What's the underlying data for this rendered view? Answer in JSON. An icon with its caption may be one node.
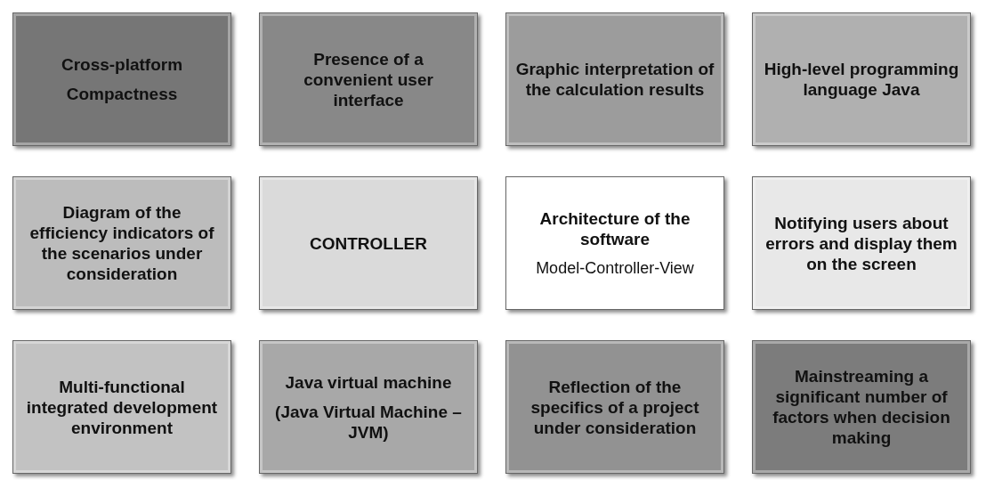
{
  "diagram": {
    "nodes": [
      {
        "text": [
          "Cross-platform",
          "Compactness"
        ]
      },
      {
        "text": [
          "Presence of a convenient user interface"
        ]
      },
      {
        "text": [
          "Graphic interpretation of the calculation results"
        ]
      },
      {
        "text": [
          "High-level programming language Java"
        ]
      },
      {
        "text": [
          "Diagram of the efficiency indicators of the scenarios under consideration"
        ]
      },
      {
        "text": [
          "CONTROLLER"
        ]
      },
      {
        "text": [
          "Architecture of the software",
          "Model-Controller-View"
        ]
      },
      {
        "text": [
          "Notifying users about errors and display them on the screen"
        ]
      },
      {
        "text": [
          "Multi-functional integrated development environment"
        ]
      },
      {
        "text": [
          "Java virtual machine",
          "(Java Virtual Machine – JVM)"
        ]
      },
      {
        "text": [
          "Reflection of the specifics of a project under consideration"
        ]
      },
      {
        "text": [
          "Mainstreaming a significant number of factors when decision making"
        ]
      }
    ]
  }
}
